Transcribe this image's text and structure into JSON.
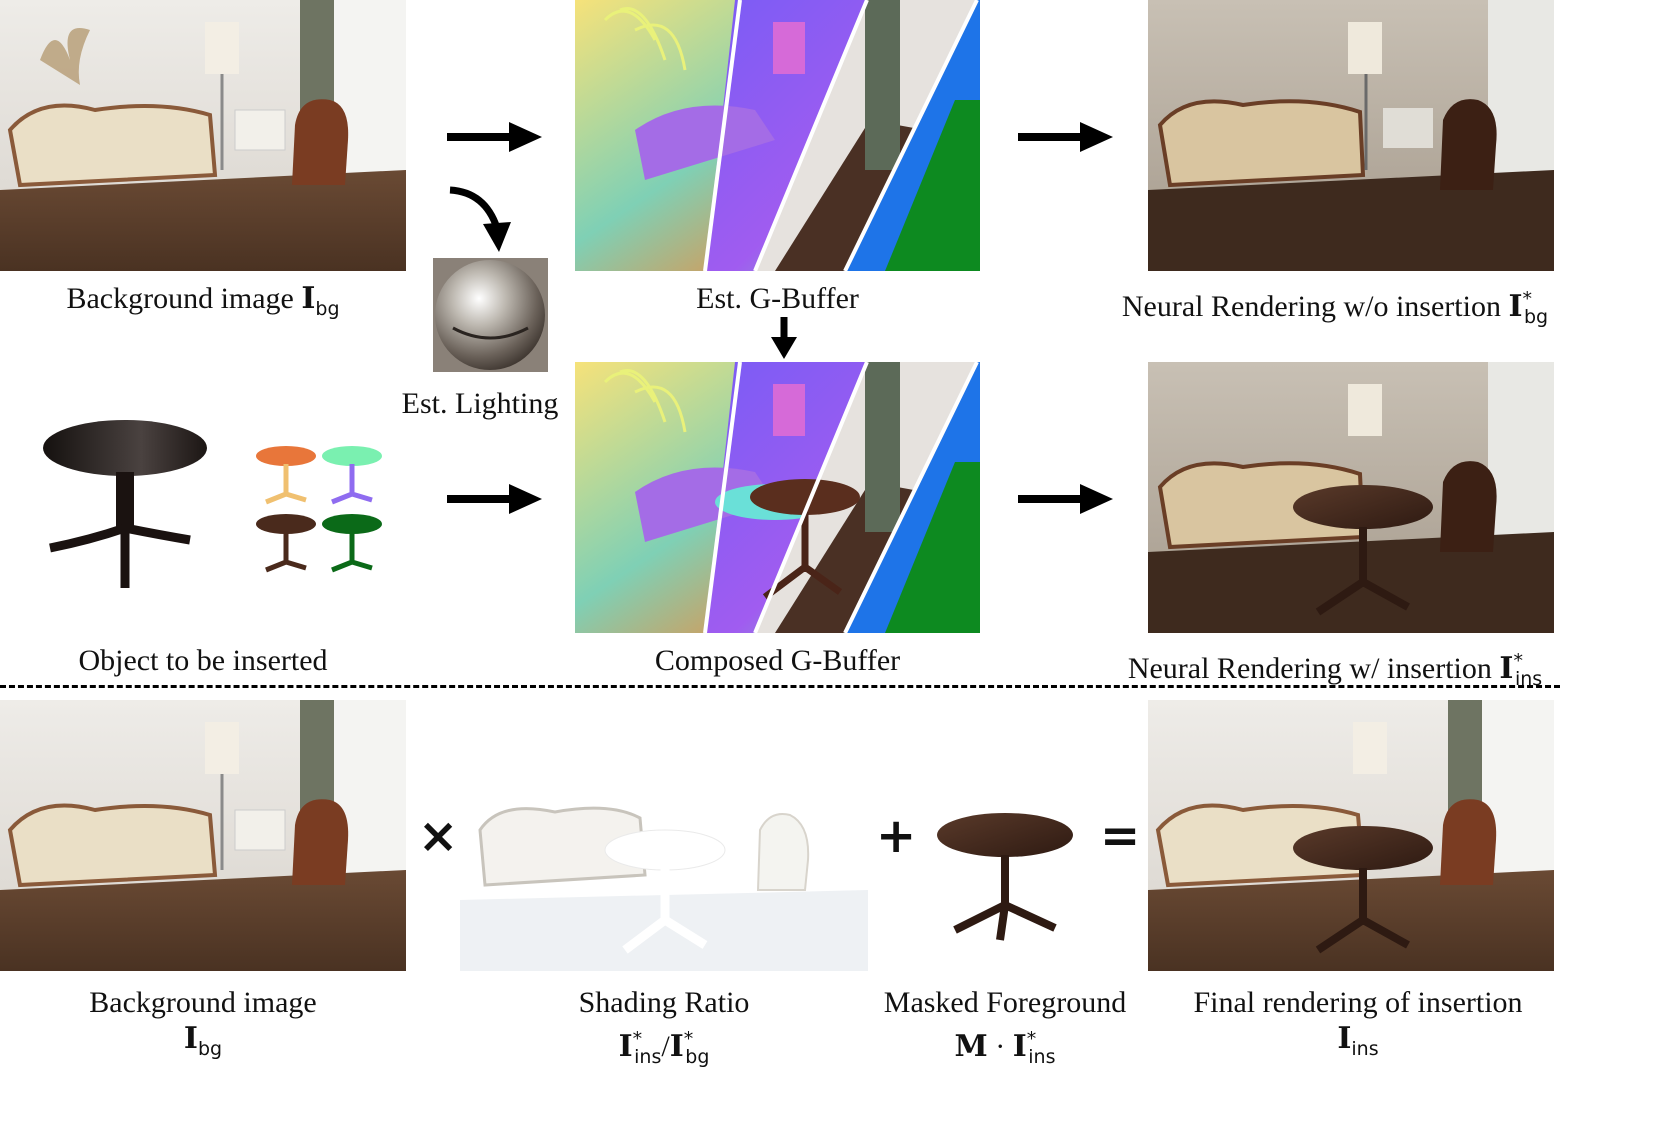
{
  "captions": {
    "background_image": "Background image",
    "background_image_sym": "I",
    "background_image_sub": "bg",
    "est_lighting": "Est. Lighting",
    "est_gbuffer": "Est. G-Buffer",
    "render_wo": "Neural Rendering w/o insertion",
    "render_wo_sym": "I",
    "render_wo_sup": "*",
    "render_wo_sub": "bg",
    "object": "Object to be inserted",
    "composed_gbuffer": "Composed G-Buffer",
    "render_w": "Neural Rendering w/ insertion",
    "render_w_sym": "I",
    "render_w_sup": "*",
    "render_w_sub": "ins",
    "bottom_bg": "Background image",
    "bottom_bg_sym": "I",
    "bottom_bg_sub": "bg",
    "shading": "Shading Ratio",
    "shading_num": "I",
    "shading_num_sup": "*",
    "shading_num_sub": "ins",
    "shading_slash": "/",
    "shading_den": "I",
    "shading_den_sup": "*",
    "shading_den_sub": "bg",
    "masked": "Masked Foreground",
    "masked_m": "M",
    "masked_dot": "·",
    "masked_i": "I",
    "masked_sup": "*",
    "masked_sub": "ins",
    "final": "Final rendering of insertion",
    "final_sym": "I",
    "final_sub": "ins"
  },
  "operators": {
    "times": "×",
    "plus": "+",
    "equals": "="
  },
  "colors": {
    "wall": "#e4e1dc",
    "floor": "#5a3d2b",
    "sofa": "#e9dcc2",
    "table": "#3a2218",
    "normal_purple": "#8a5cf0",
    "normal_green": "#7ef0a6",
    "depth_yellow": "#f2d36a",
    "albedo_green": "#0b7a18"
  }
}
